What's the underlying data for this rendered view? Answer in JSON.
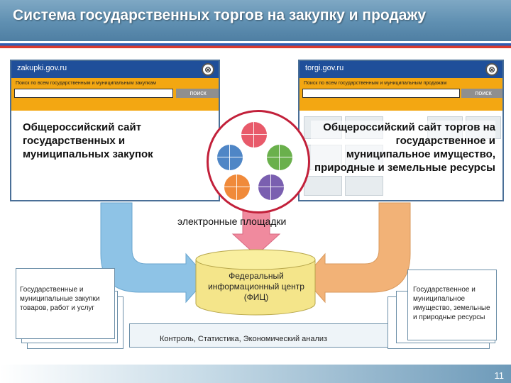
{
  "header": {
    "title": "Система государственных торгов на закупку и продажу"
  },
  "left_site": {
    "url": "zakupki.gov.ru",
    "close_glyph": "⊗",
    "search_caption": "Поиск по всем государственным и муниципальным закупкам",
    "search_button": "поиск",
    "description": "Общероссийский сайт государственных и муниципальных закупок",
    "bar_color": "#1f4f9a",
    "strip_color": "#f3a712"
  },
  "right_site": {
    "url": "torgi.gov.ru",
    "close_glyph": "⊗",
    "search_caption": "Поиск по всем государственным и муниципальным продажам",
    "search_button": "поиск",
    "description": "Общероссийский сайт торгов на государственное и муниципальное имущество, природные и земельные ресурсы",
    "bar_color": "#1f4f9a",
    "strip_color": "#f3a712"
  },
  "platforms": {
    "label": "электронные площадки",
    "ring_color": "#c2203a",
    "colors": [
      "#e85a6a",
      "#4f86c6",
      "#6ab04c",
      "#f08a3a",
      "#7a5fb0"
    ]
  },
  "data_center": {
    "label": "Федеральный информационный центр (ФИЦ)",
    "fill_color": "#f4e58a"
  },
  "bottom": {
    "left_note": "Государственные и муниципальные закупки товаров, работ и услуг",
    "right_note": "Государственное и муниципальное имущество, земельные и природные ресурсы",
    "control_label": "Контроль, Статистика, Экономический анализ"
  },
  "slide_number": "11",
  "colors": {
    "arrow_blue": "#8ec3e6",
    "arrow_orange": "#f2b277",
    "arrow_pink": "#f08a9e"
  }
}
